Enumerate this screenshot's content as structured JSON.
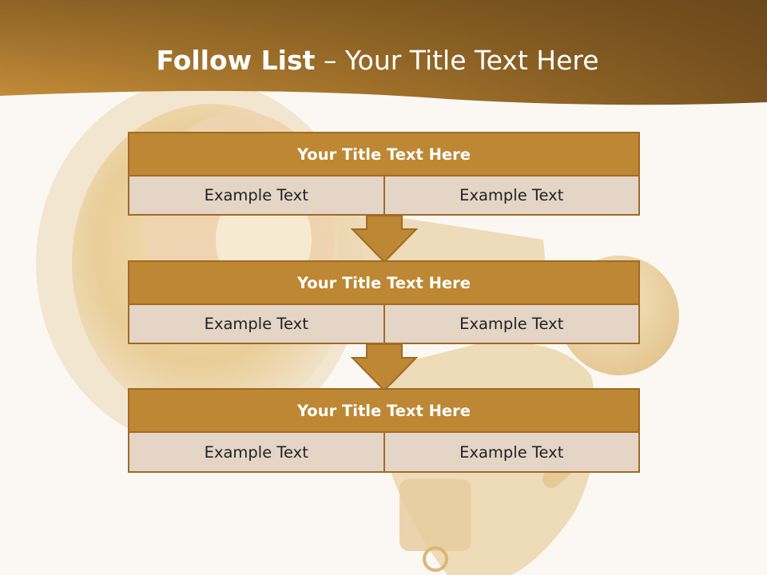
{
  "slide": {
    "title_bold": "Follow List",
    "title_rest": " – Your Title Text Here"
  },
  "blocks": [
    {
      "title": "Your Title Text Here",
      "left": "Example Text",
      "right": "Example Text"
    },
    {
      "title": "Your Title Text Here",
      "left": "Example Text",
      "right": "Example Text"
    },
    {
      "title": "Your Title Text Here",
      "left": "Example Text",
      "right": "Example Text"
    }
  ],
  "colors": {
    "header_dark": "#6e4a1c",
    "header_mid": "#a8772c",
    "header_light": "#c88f3a",
    "block_title_fill": "#bd8733",
    "block_border": "#9f6b26",
    "cell_fill": "#e4d5c7",
    "background": "#fbf8f4"
  },
  "icons": [
    "down-arrow-icon",
    "megaphone-figure-illustration"
  ]
}
